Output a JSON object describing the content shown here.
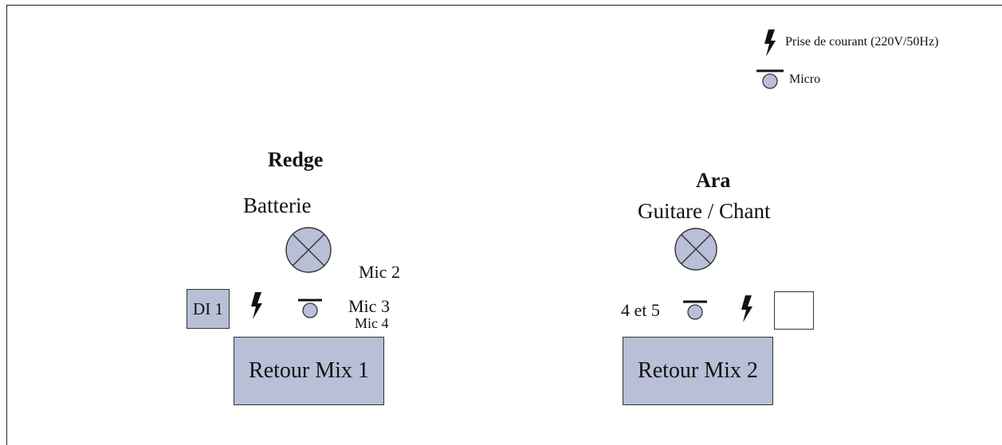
{
  "legend": {
    "power_label": "Prise de courant (220V/50Hz)",
    "power_icon": "lightning-bolt-icon",
    "mic_label": "Micro",
    "mic_icon": "microphone-icon"
  },
  "colors": {
    "equipment_fill": "#b8bfd6",
    "line": "#222222",
    "background": "#ffffff"
  },
  "left_station": {
    "player": "Redge",
    "instrument": "Batterie",
    "instrument_icon": "crossed-circle-icon",
    "di_label": "DI 1",
    "mic_labels": [
      "Mic 2",
      "Mic 3",
      "Mic 4"
    ],
    "monitor_label": "Retour Mix 1"
  },
  "right_station": {
    "player": "Ara",
    "instrument": "Guitare / Chant",
    "instrument_icon": "crossed-circle-icon",
    "mic_label": "4 et 5",
    "monitor_label": "Retour Mix 2"
  }
}
